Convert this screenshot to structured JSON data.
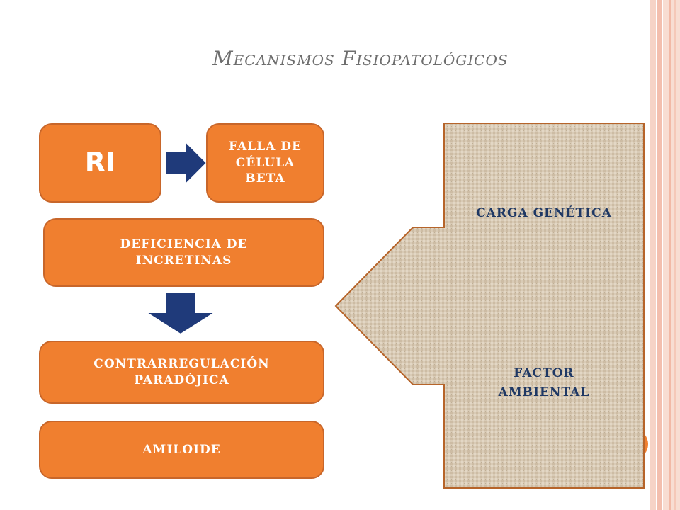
{
  "slide": {
    "title": "Mecanismos Fisiopatológicos"
  },
  "diagram": {
    "boxes": {
      "ri": "RI",
      "falla": "FALLA DE\nCÉLULA\nBETA",
      "deficiencia": "DEFICIENCIA DE\nINCRETINAS",
      "contrarregulacion": "CONTRARREGULACIÓN\nPARADÓJICA",
      "amiloide": "AMILOIDE"
    },
    "panel": {
      "carga": "CARGA GENÉTICA",
      "factor": "FACTOR\nAMBIENTAL"
    }
  },
  "colors": {
    "box_fill": "#f07f2f",
    "arrow_fill": "#1f3a7a",
    "panel_text": "#1f3864",
    "panel_fill": "#d8c9b3"
  }
}
